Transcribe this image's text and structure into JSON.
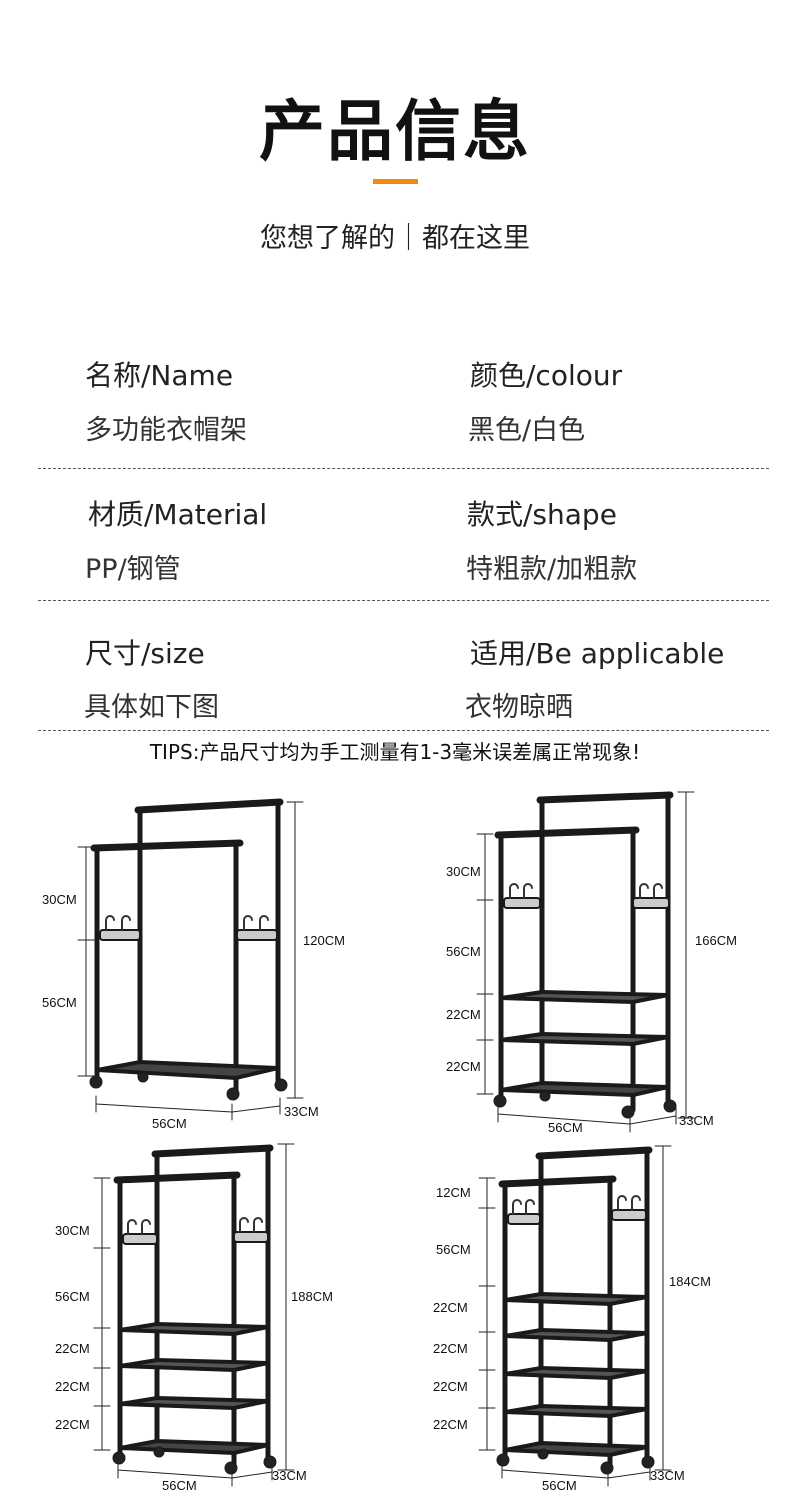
{
  "header": {
    "title": "产品信息",
    "subtitle": "您想了解的｜都在这里",
    "accent_color": "#f28a12"
  },
  "specs": [
    {
      "label": "名称/Name",
      "value": "多功能衣帽架"
    },
    {
      "label": "颜色/colour",
      "value": "黑色/白色"
    },
    {
      "label": "材质/Material",
      "value": "PP/钢管"
    },
    {
      "label": "款式/shape",
      "value": "特粗款/加粗款"
    },
    {
      "label": "尺寸/size",
      "value": "具体如下图"
    },
    {
      "label": "适用/Be applicable",
      "value": "衣物晾晒"
    }
  ],
  "tips": "TIPS:产品尺寸均为手工测量有1-3毫米误差属正常现象!",
  "diagrams": [
    {
      "sections": [
        "30CM",
        "56CM"
      ],
      "height": "120CM",
      "width": "56CM",
      "depth": "33CM"
    },
    {
      "sections": [
        "30CM",
        "56CM",
        "22CM",
        "22CM"
      ],
      "height": "166CM",
      "width": "56CM",
      "depth": "33CM"
    },
    {
      "sections": [
        "30CM",
        "56CM",
        "22CM",
        "22CM",
        "22CM"
      ],
      "height": "188CM",
      "width": "56CM",
      "depth": "33CM"
    },
    {
      "sections": [
        "12CM",
        "56CM",
        "22CM",
        "22CM",
        "22CM",
        "22CM"
      ],
      "height": "184CM",
      "width": "56CM",
      "depth": "33CM"
    }
  ]
}
